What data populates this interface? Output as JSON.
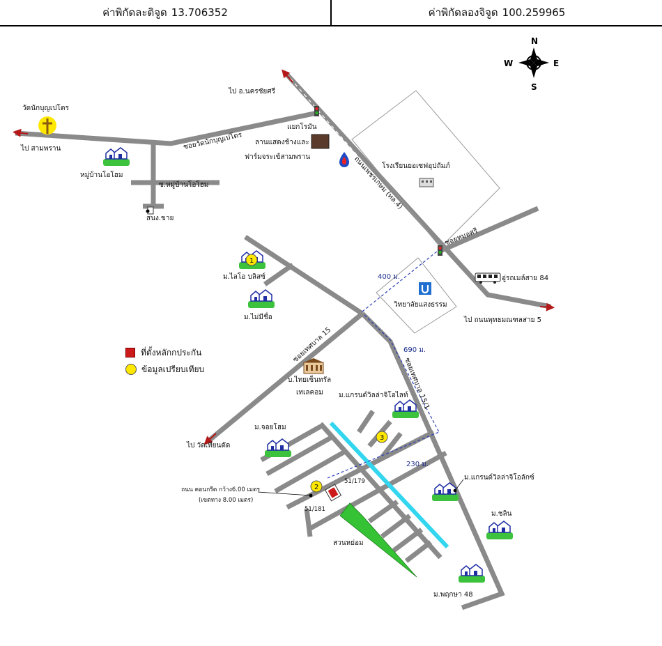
{
  "header": {
    "lat_label": "ค่าพิกัดละติจูด",
    "lat_value": "13.706352",
    "lon_label": "ค่าพิกัดลองจิจูด",
    "lon_value": "100.259965"
  },
  "compass": {
    "n": "N",
    "s": "S",
    "e": "E",
    "w": "W"
  },
  "labels": {
    "wat_nakboon": "วัดนักบุญเปโตร",
    "to_samphran": "ไป สามพราน",
    "to_nakhon_chai_si": "ไป อ.นครชัยศรี",
    "moo_ban_ohome": "หมู่บ้านโอโฮม",
    "soi_ohome": "ซ.หมู่บ้านโอโฮม",
    "police": "สนง.ขาย",
    "soi_wat": "ซอยวัดนักบุญเปโตร",
    "yaek_romyen": "แยกโรมัน",
    "elephant_show": "ลานแสดงช้างและ",
    "crocodile_farm": "ฟาร์มจระเข้สามพราน",
    "road_phetkasem": "ถนนเพชรเกษม (ทล.4)",
    "school": "โรงเรียนยอเซฟอุปถัมภ์",
    "soi_mosi": "ซอยหมอศรี",
    "bus_depot": "อู่รถเมล์สาย 84",
    "to_phutthamonthon": "ไป ถนนพุทธมณฑลสาย 5",
    "college": "วิทยาลัยแสงธรรม",
    "m_lio": "ม.ไลโอ บลิสซ์",
    "m_mai_mi_chue": "ม.ไม่มีชื่อ",
    "soi_tessaban15": "ซอยเทศบาล 15",
    "soi_tessaban15_1": "ซอยเทศบาล 15/1",
    "thai_central": "บ.ไทยเซ็นทรัล",
    "telecom": "เทเลคอม",
    "m_grand_villa_light": "ม.แกรนด์วิลล่าจิโอไลท์",
    "m_joy_home": "ม.จอยโฮม",
    "to_wat_thian": "ไป วัดเทียนดัด",
    "m_grand_villa_lux": "ม.แกรนด์วิลล่าจิโอลักซ์",
    "m_chalin": "ม.ชลิน",
    "m_pruksa48": "ม.พฤกษา 48",
    "park": "สวนหย่อม",
    "road_note1": "ถนน คอนกรีต กว้าง6.00 เมตร",
    "road_note2": "(เขตทาง 8.00 เมตร)",
    "addr_179": "51/179",
    "addr_181": "51/181",
    "dist_400": "400 ม.",
    "dist_690": "690 ม.",
    "dist_230": "230 ม.",
    "marker_1": "1",
    "marker_2": "2",
    "marker_3": "3"
  },
  "legend": {
    "collateral": "ที่ตั้งหลักกประกัน",
    "comparison": "ข้อมูลเปรียบเทียบ"
  },
  "colors": {
    "road": "#8a8a8a",
    "arrow": "#b41818",
    "canal": "#33d6ef",
    "park": "#35c235",
    "house_blue": "#1f2ea3",
    "house_green": "#3cc23c",
    "marker_yellow": "#ffe800",
    "collateral_red": "#cc1a1a",
    "distance_line": "#2a3fb8"
  },
  "icons": [
    "compass-rose-icon",
    "cross-icon",
    "traffic-light-icon",
    "gas-station-icon",
    "school-icon",
    "bus-icon",
    "university-icon",
    "house-icon",
    "company-icon",
    "police-icon"
  ]
}
